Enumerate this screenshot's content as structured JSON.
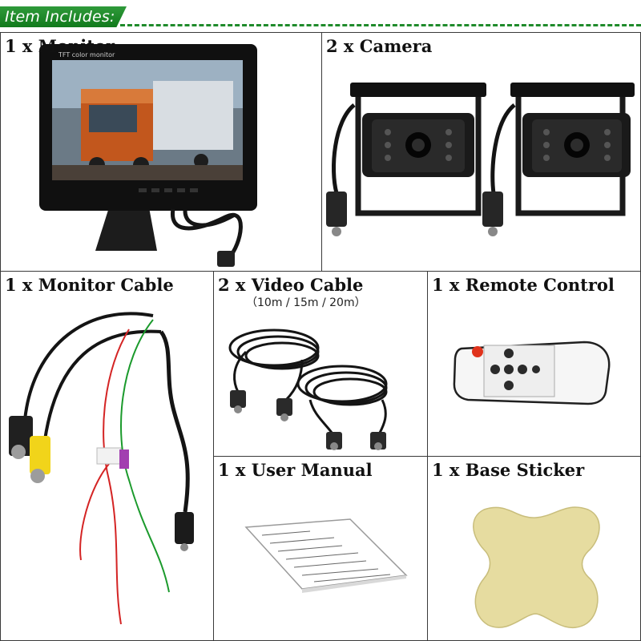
{
  "header": {
    "title": "Item Includes:",
    "accent_color": "#1f8b2b"
  },
  "items": {
    "monitor": {
      "title": "1 x Monitor",
      "screen_label": "TFT color monitor"
    },
    "camera": {
      "title": "2 x Camera"
    },
    "monitor_cable": {
      "title": "1 x Monitor Cable"
    },
    "video_cable": {
      "title": "2 x Video Cable",
      "lengths": "（10m / 15m / 20m）"
    },
    "remote": {
      "title": "1 x Remote Control"
    },
    "manual": {
      "title": "1 x User Manual"
    },
    "sticker": {
      "title": "1 x Base Sticker",
      "color": "#e6dca0"
    }
  }
}
